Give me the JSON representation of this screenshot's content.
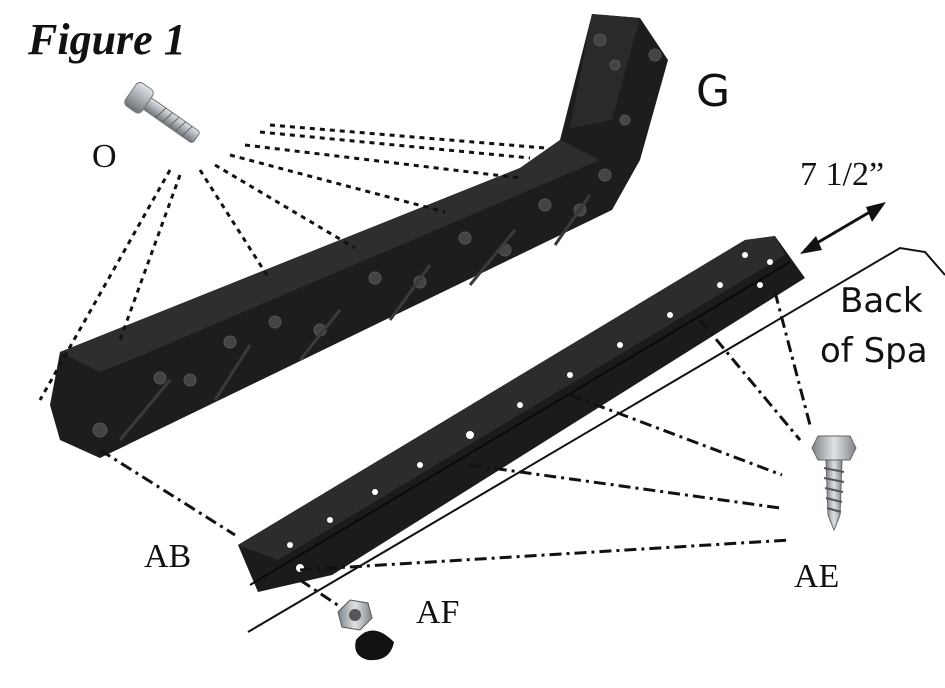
{
  "figure": {
    "title": "Figure 1",
    "parts": {
      "o": "O",
      "g": "G",
      "ab": "AB",
      "ae": "AE",
      "af": "AF"
    },
    "dimension": "7 1/2”",
    "back_of_spa_line1": "Back",
    "back_of_spa_line2": "of Spa"
  },
  "colors": {
    "part": "#1a1a1a",
    "lines": "#111111",
    "hardware": "#9aa0a6"
  }
}
